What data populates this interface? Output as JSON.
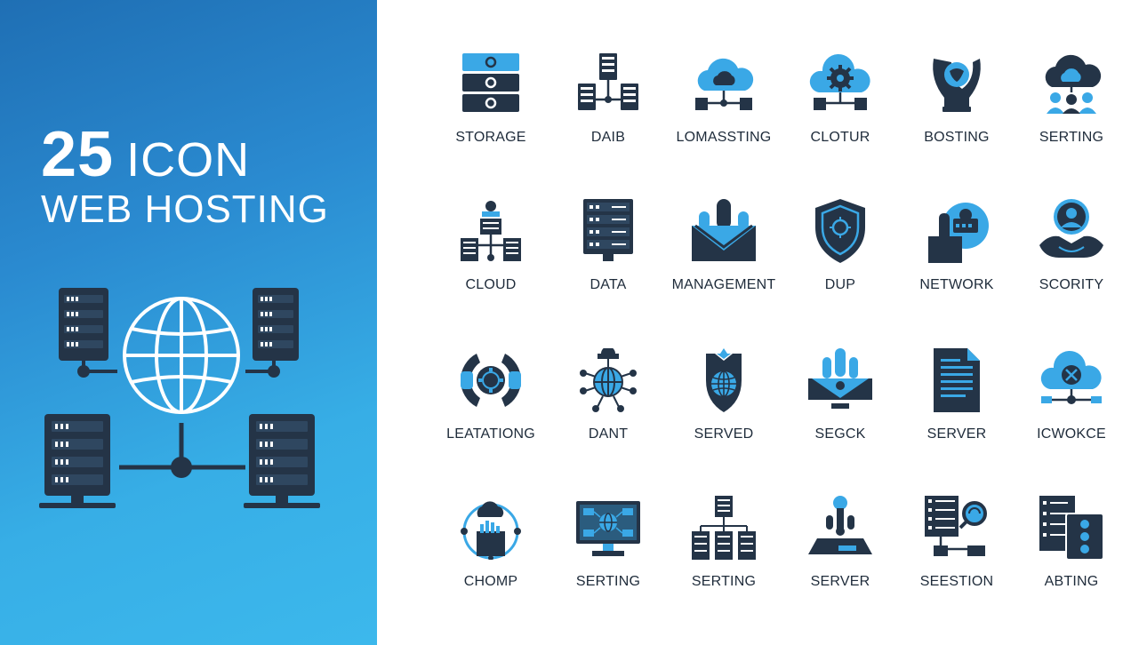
{
  "header": {
    "number": "25",
    "word": "ICON",
    "subtitle": "WEB HOSTING"
  },
  "colors": {
    "dark": "#243447",
    "accent": "#3aa8e6",
    "panel_gradient_start": "#1f6fb4",
    "panel_gradient_end": "#3cb8ec"
  },
  "icons": [
    {
      "label": "STORAGE",
      "icon": "storage-drive-icon"
    },
    {
      "label": "DAIB",
      "icon": "server-network-icon"
    },
    {
      "label": "LOMASSTING",
      "icon": "cloud-network-icon"
    },
    {
      "label": "CLOTUR",
      "icon": "cloud-gear-icon"
    },
    {
      "label": "BOSTING",
      "icon": "hands-globe-icon"
    },
    {
      "label": "SERTING",
      "icon": "cloud-people-icon"
    },
    {
      "label": "CLOUD",
      "icon": "server-hierarchy-icon"
    },
    {
      "label": "DATA",
      "icon": "server-rack-icon"
    },
    {
      "label": "MANAGEMENT",
      "icon": "envelope-icon"
    },
    {
      "label": "DUP",
      "icon": "shield-icon"
    },
    {
      "label": "NETWORK",
      "icon": "hand-gear-icon"
    },
    {
      "label": "SCORITY",
      "icon": "handshake-person-icon"
    },
    {
      "label": "LEATATIONG",
      "icon": "sync-gear-icon"
    },
    {
      "label": "DANT",
      "icon": "globe-network-icon"
    },
    {
      "label": "SERVED",
      "icon": "shield-globe-icon"
    },
    {
      "label": "SEGCK",
      "icon": "tray-flame-icon"
    },
    {
      "label": "SERVER",
      "icon": "document-icon"
    },
    {
      "label": "ICWOKCE",
      "icon": "cloud-link-icon"
    },
    {
      "label": "CHOMP",
      "icon": "cloud-box-cycle-icon"
    },
    {
      "label": "SERTING",
      "icon": "monitor-network-icon"
    },
    {
      "label": "SERTING",
      "icon": "server-tree-icon"
    },
    {
      "label": "SERVER",
      "icon": "laptop-rocket-icon"
    },
    {
      "label": "SEESTION",
      "icon": "server-search-icon"
    },
    {
      "label": "ABTING",
      "icon": "server-stack-icon"
    }
  ]
}
